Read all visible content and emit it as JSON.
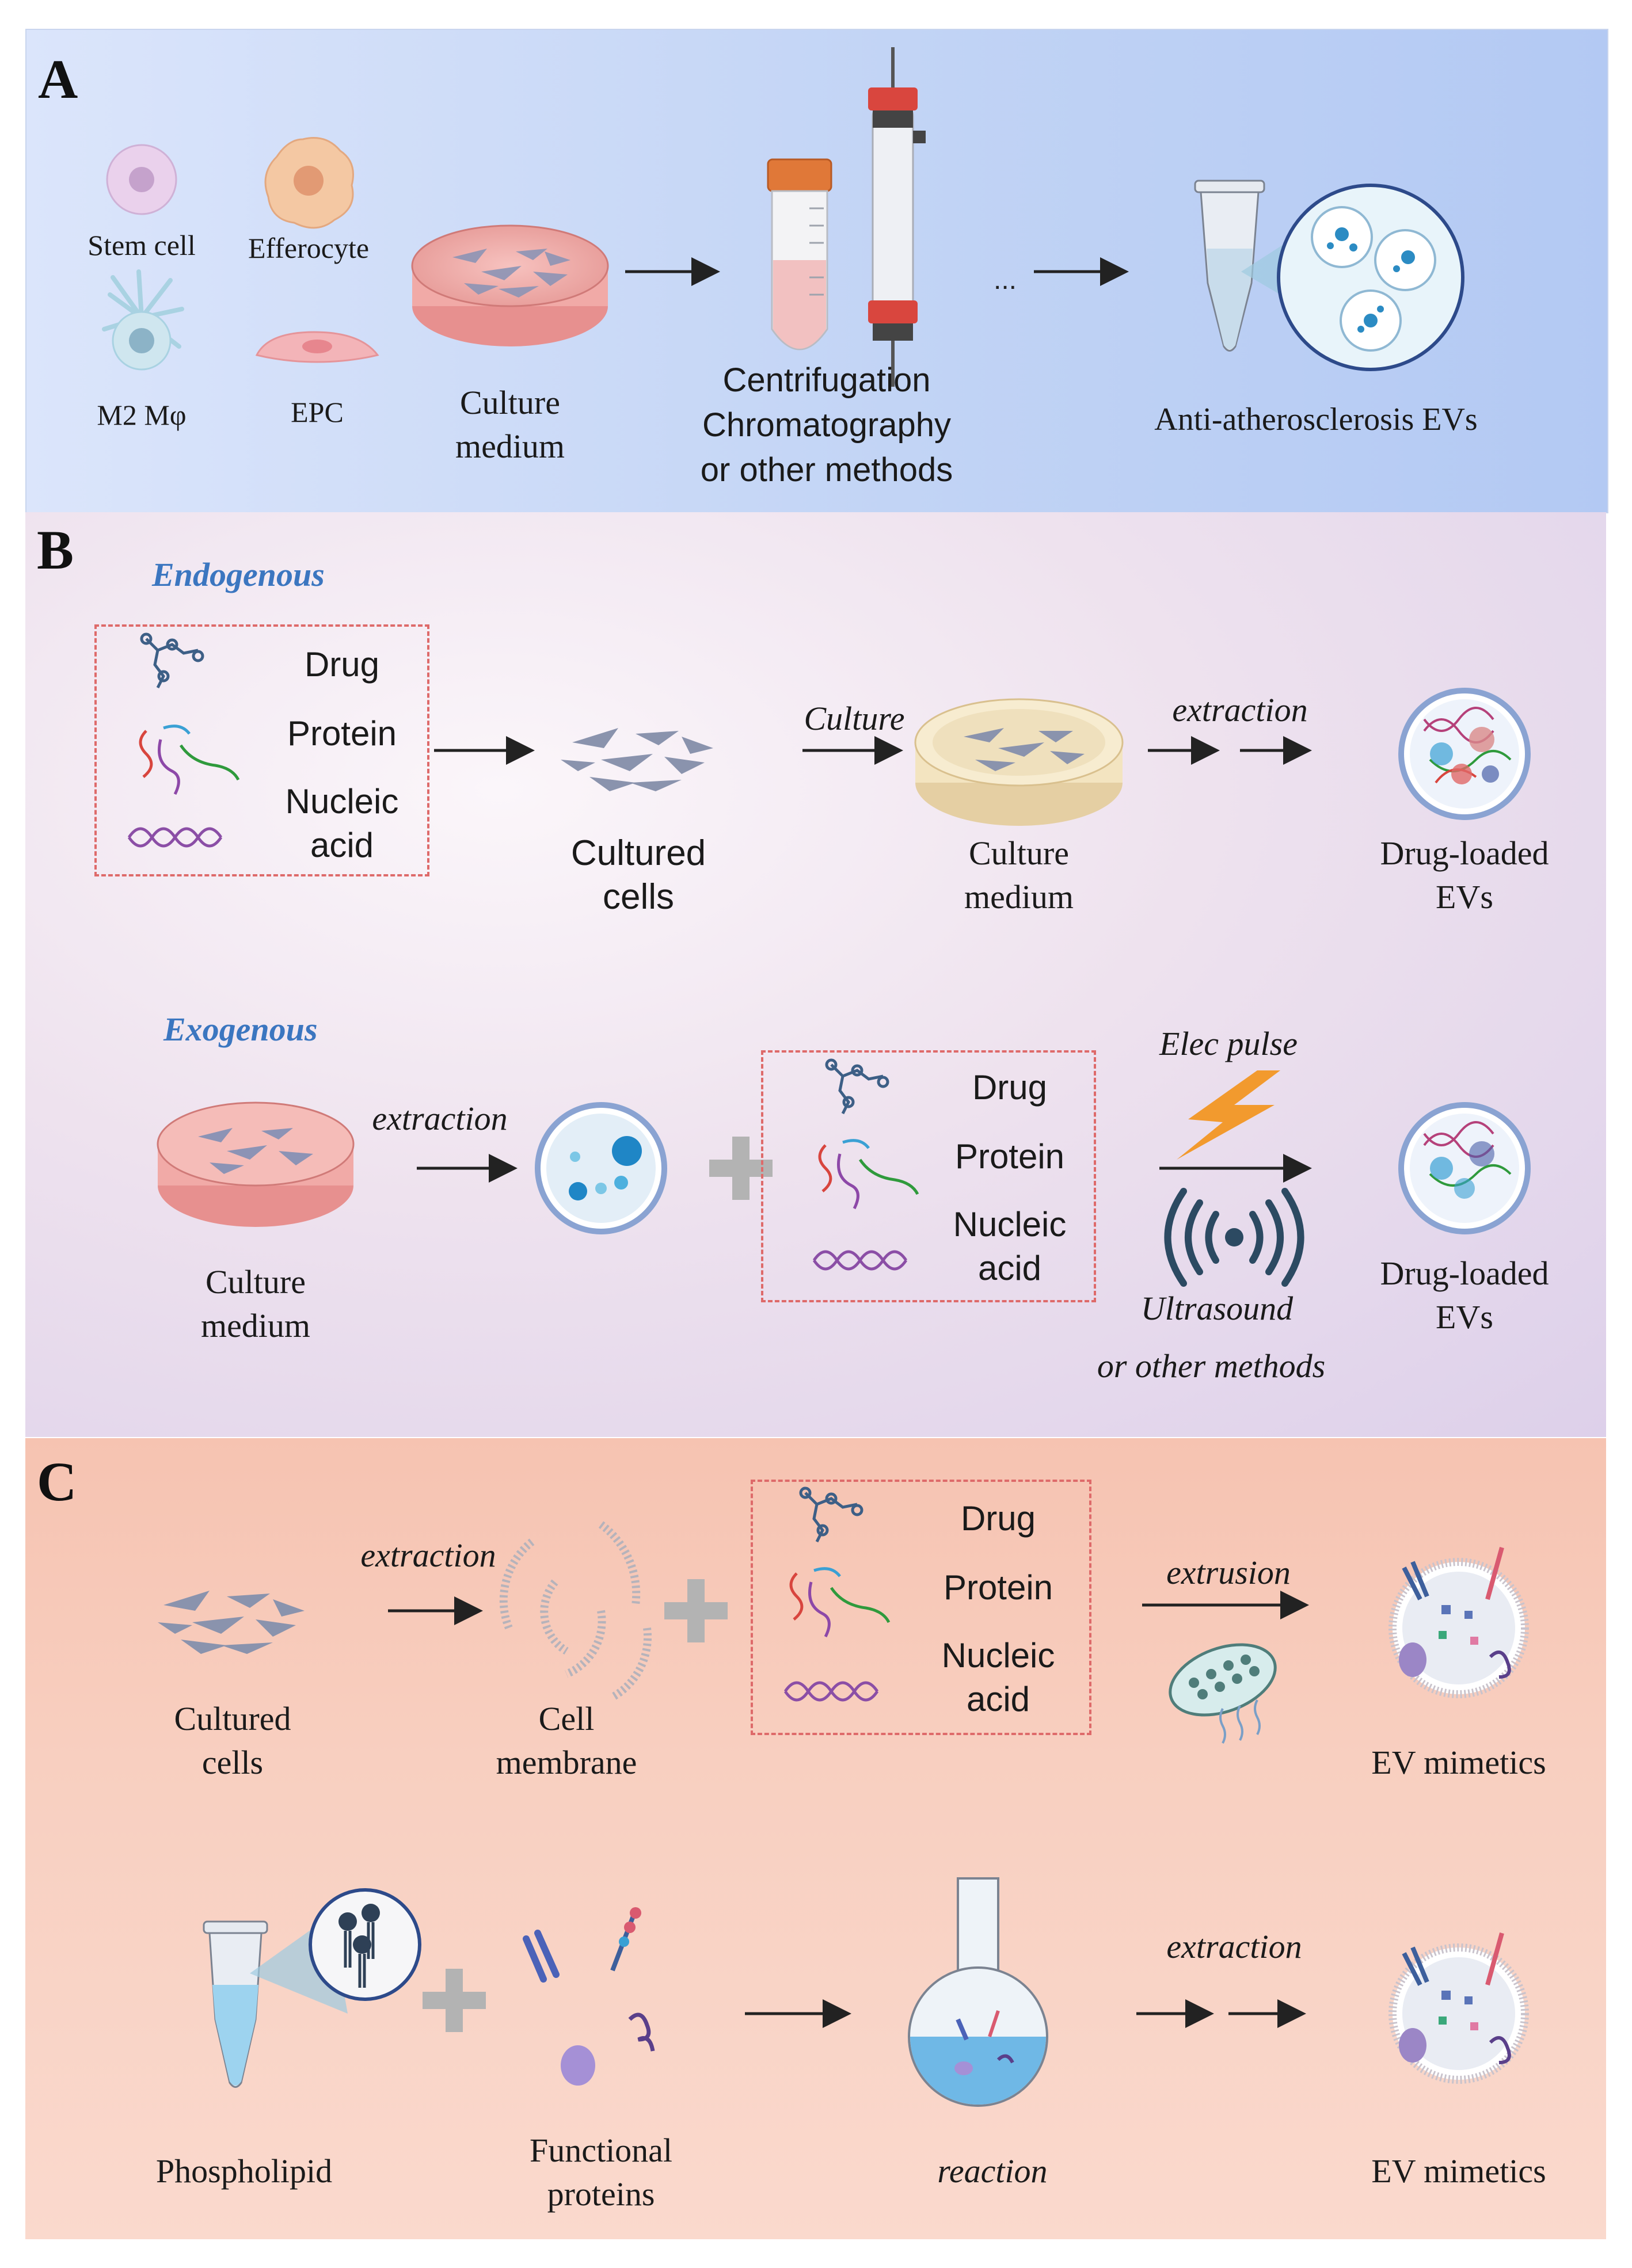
{
  "panel_a": {
    "letter": "A",
    "cells": [
      "Stem cell",
      "Efferocyte",
      "M2 Mφ",
      "EPC"
    ],
    "culture_medium": [
      "Culture",
      "medium"
    ],
    "methods": [
      "Centrifugation",
      "Chromatography",
      "or other methods"
    ],
    "ellipsis": "...",
    "result": "Anti-atherosclerosis EVs"
  },
  "panel_b": {
    "letter": "B",
    "endogenous_title": "Endogenous",
    "exogenous_title": "Exogenous",
    "cargo": [
      "Drug",
      "Protein",
      "Nucleic",
      "acid"
    ],
    "cultured_cells": [
      "Cultured",
      "cells"
    ],
    "culture_step": "Culture",
    "extraction_step": "extraction",
    "culture_medium": [
      "Culture",
      "medium"
    ],
    "drug_loaded": [
      "Drug-loaded",
      "EVs"
    ],
    "elec_pulse": "Elec pulse",
    "ultrasound": "Ultrasound",
    "other_methods": "or other methods"
  },
  "panel_c": {
    "letter": "C",
    "cargo": [
      "Drug",
      "Protein",
      "Nucleic",
      "acid"
    ],
    "extraction_step": "extraction",
    "extrusion_step": "extrusion",
    "cultured_cells": [
      "Cultured",
      "cells"
    ],
    "cell_membrane": [
      "Cell",
      "membrane"
    ],
    "ev_mimetics": "EV mimetics",
    "phospholipid": "Phospholipid",
    "functional_proteins": [
      "Functional",
      "proteins"
    ],
    "reaction": "reaction"
  },
  "colors": {
    "panel_a_bg": "#c2d4f5",
    "panel_b_bg": "#e6dbee",
    "panel_c_bg": "#f8cfc0",
    "accent_blue": "#3b76c0",
    "dashed_box": "#de6a6a"
  }
}
